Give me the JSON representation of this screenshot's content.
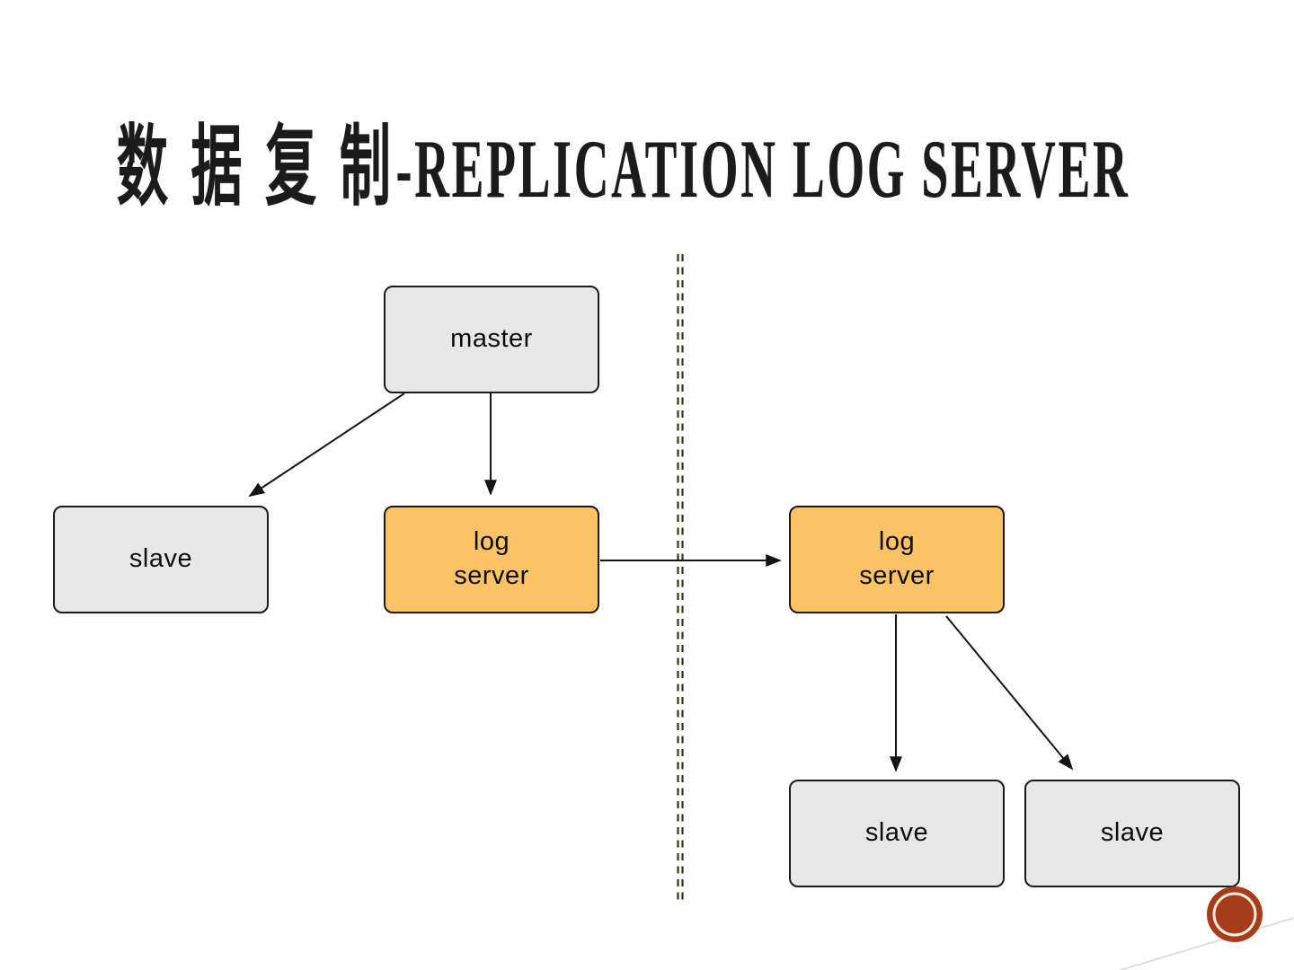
{
  "title": {
    "zh": "数 据 复 制",
    "en": "-REPLICATION LOG SERVER"
  },
  "diagram": {
    "nodes": [
      {
        "id": "master",
        "label": "master",
        "role": "master"
      },
      {
        "id": "slave-left",
        "label": "slave",
        "role": "slave"
      },
      {
        "id": "log-server-left",
        "label": "log\nserver",
        "role": "log-server"
      },
      {
        "id": "log-server-right",
        "label": "log\nserver",
        "role": "log-server"
      },
      {
        "id": "slave-bottom-left",
        "label": "slave",
        "role": "slave"
      },
      {
        "id": "slave-bottom-right",
        "label": "slave",
        "role": "slave"
      }
    ],
    "edges": [
      {
        "from": "master",
        "to": "slave-left"
      },
      {
        "from": "master",
        "to": "log-server-left"
      },
      {
        "from": "log-server-left",
        "to": "log-server-right"
      },
      {
        "from": "log-server-right",
        "to": "slave-bottom-left"
      },
      {
        "from": "log-server-right",
        "to": "slave-bottom-right"
      }
    ],
    "divider": {
      "style": "double-dashed-vertical"
    }
  },
  "colors": {
    "node_plain_fill": "#e7e7e7",
    "node_highlight_fill": "#fbc365",
    "node_border": "#1a1a1a",
    "arrow": "#141414",
    "divider": "#2e3a12",
    "badge_fill": "#a93b1d",
    "badge_ring": "#f5f1e2",
    "swoosh": "#dedede"
  }
}
